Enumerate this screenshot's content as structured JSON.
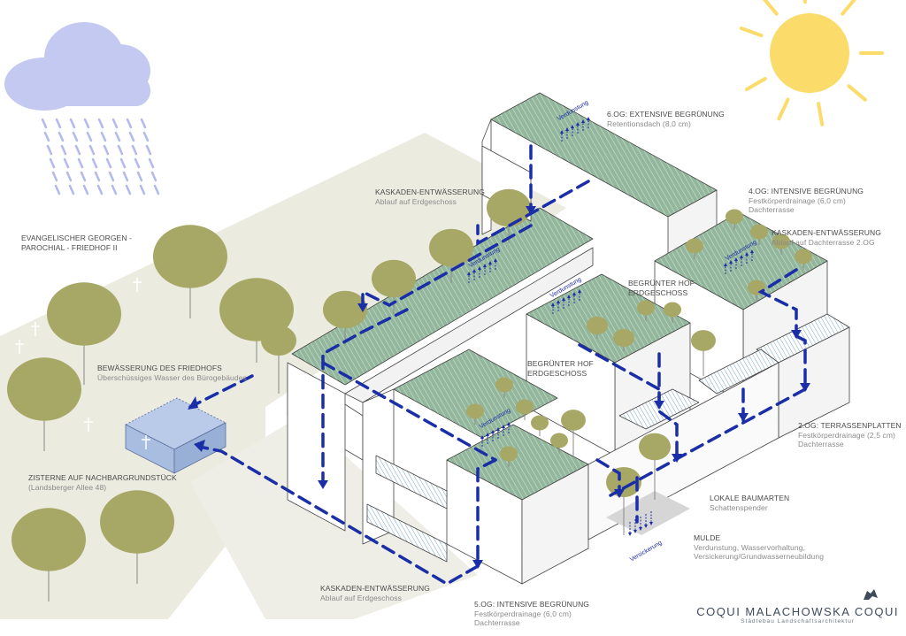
{
  "labels": {
    "og6": {
      "title": "6.OG: EXTENSIVE BEGRÜNUNG",
      "sub": "Retentionsdach (8,0 cm)"
    },
    "kaskade_top": {
      "title": "KASKADEN-ENTWÄSSERUNG",
      "sub": "Ablauf auf Erdgeschoss"
    },
    "og4": {
      "title": "4.OG: INTENSIVE BEGRÜNUNG",
      "sub1": "Festkörperdrainage (6,0 cm)",
      "sub2": "Dachterrasse"
    },
    "kaskade_right": {
      "title": "KASKADEN-ENTWÄSSERUNG",
      "sub": "Ablauf auf Dachterrasse 2.OG"
    },
    "friedhof": {
      "line1": "EVANGELISCHER GEORGEN -",
      "line2": "PAROCHIAL - FRIEDHOF II"
    },
    "hof_right": {
      "line1": "BEGRÜNTER HOF",
      "line2": "ERDGESCHOSS"
    },
    "hof_left": {
      "line1": "BEGRÜNTER HOF",
      "line2": "ERDGESCHOSS"
    },
    "bewaesserung": {
      "title": "BEWÄSSERUNG DES FRIEDHOFS",
      "sub": "Überschüssiges Wasser des Bürogebäudes"
    },
    "og2": {
      "title": "2.OG: TERRASSENPLATTEN",
      "sub1": "Festkörperdrainage (2,5 cm)",
      "sub2": "Dachterrasse"
    },
    "zisterne": {
      "title": "ZISTERNE AUF NACHBARGRUNDSTÜCK",
      "sub": "(Landsberger Allee 48)"
    },
    "baumarten": {
      "title": "LOKALE BAUMARTEN",
      "sub": "Schattenspender"
    },
    "mulde": {
      "title": "MULDE",
      "sub1": "Verdunstung, Wasservorhaltung,",
      "sub2": "Versickerung/Grundwasserneubildung"
    },
    "kaskade_bottom": {
      "title": "KASKADEN-ENTWÄSSERUNG",
      "sub": "Ablauf auf Erdgeschoss"
    },
    "og5": {
      "title": "5.OG: INTENSIVE BEGRÜNUNG",
      "sub1": "Festkörperdrainage (6,0 cm)",
      "sub2": "Dachterrasse"
    }
  },
  "in_image": {
    "verdunstung": "Verdunstung",
    "versickerung": "Versickerung"
  },
  "logo": {
    "name": "COQUI MALACHOWSKA COQUI",
    "sub": "Städtebau  Landschaftsarchitektur"
  },
  "colors": {
    "roof_green": "#93b79c",
    "tree": "#a7a866",
    "arrow": "#1a2ea8",
    "sun": "#fbdc6a",
    "cloud": "#c3c9f0",
    "ground": "#ecebe0",
    "cistern": "#a8bde0"
  }
}
